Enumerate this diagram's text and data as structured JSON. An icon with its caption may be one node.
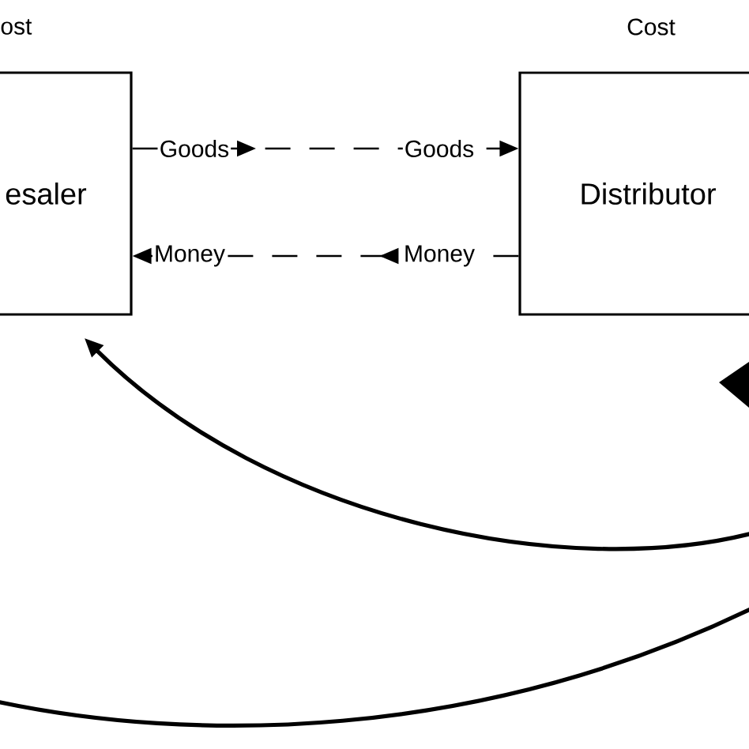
{
  "diagram": {
    "nodes": [
      {
        "text": [
          "esaler"
        ],
        "beside": [
          "ost"
        ]
      },
      {
        "text": [
          "Distributor"
        ],
        "beside": [
          "Cost"
        ]
      }
    ],
    "edges": [
      {
        "from": 0,
        "to": 1,
        "arrow": "to",
        "label": "Goods",
        "style": "dashed"
      },
      {
        "from": 1,
        "to": 0,
        "arrow": "to",
        "label": "Money",
        "style": "dashed"
      },
      {
        "from": null,
        "to": 0,
        "arrow": "to"
      }
    ],
    "labels": [
      "Goods",
      "Money"
    ]
  }
}
